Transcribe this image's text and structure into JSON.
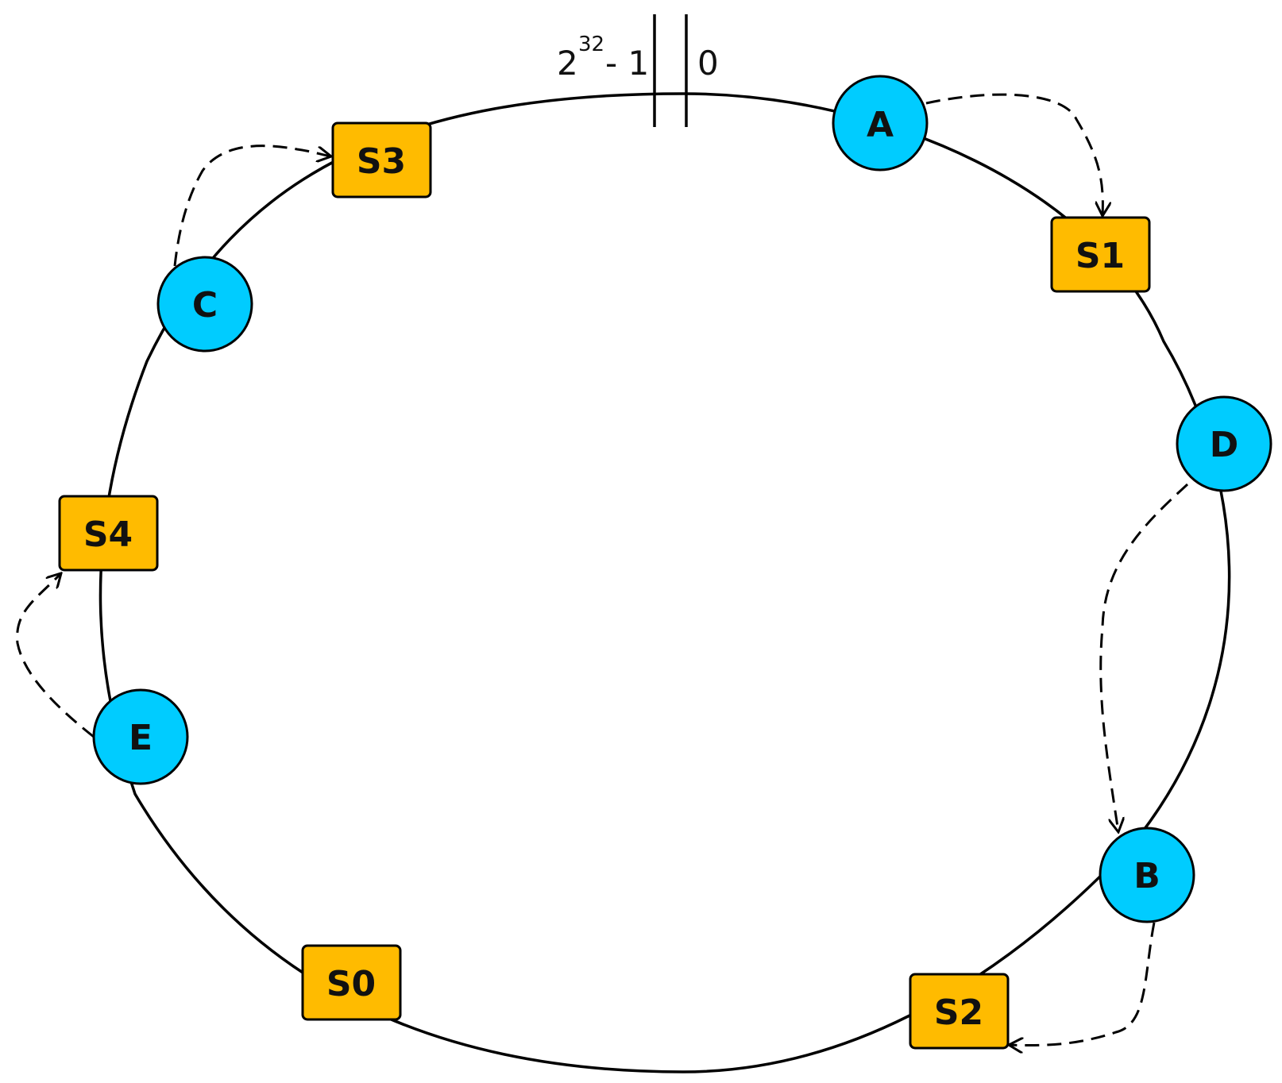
{
  "origin": {
    "max_base": "2",
    "max_exponent": "32",
    "max_suffix": "- 1",
    "zero": "0"
  },
  "colors": {
    "client": "#00CCFF",
    "server": "#FFBB00",
    "stroke": "#000000"
  },
  "clients": [
    {
      "id": "A",
      "label": "A"
    },
    {
      "id": "B",
      "label": "B"
    },
    {
      "id": "C",
      "label": "C"
    },
    {
      "id": "D",
      "label": "D"
    },
    {
      "id": "E",
      "label": "E"
    }
  ],
  "servers": [
    {
      "id": "S0",
      "label": "S0"
    },
    {
      "id": "S1",
      "label": "S1"
    },
    {
      "id": "S2",
      "label": "S2"
    },
    {
      "id": "S3",
      "label": "S3"
    },
    {
      "id": "S4",
      "label": "S4"
    }
  ],
  "mappings": [
    {
      "from": "A",
      "to": "S1"
    },
    {
      "from": "D",
      "to": "B"
    },
    {
      "from": "B",
      "to": "S2"
    },
    {
      "from": "C",
      "to": "S3"
    },
    {
      "from": "E",
      "to": "S4"
    }
  ]
}
